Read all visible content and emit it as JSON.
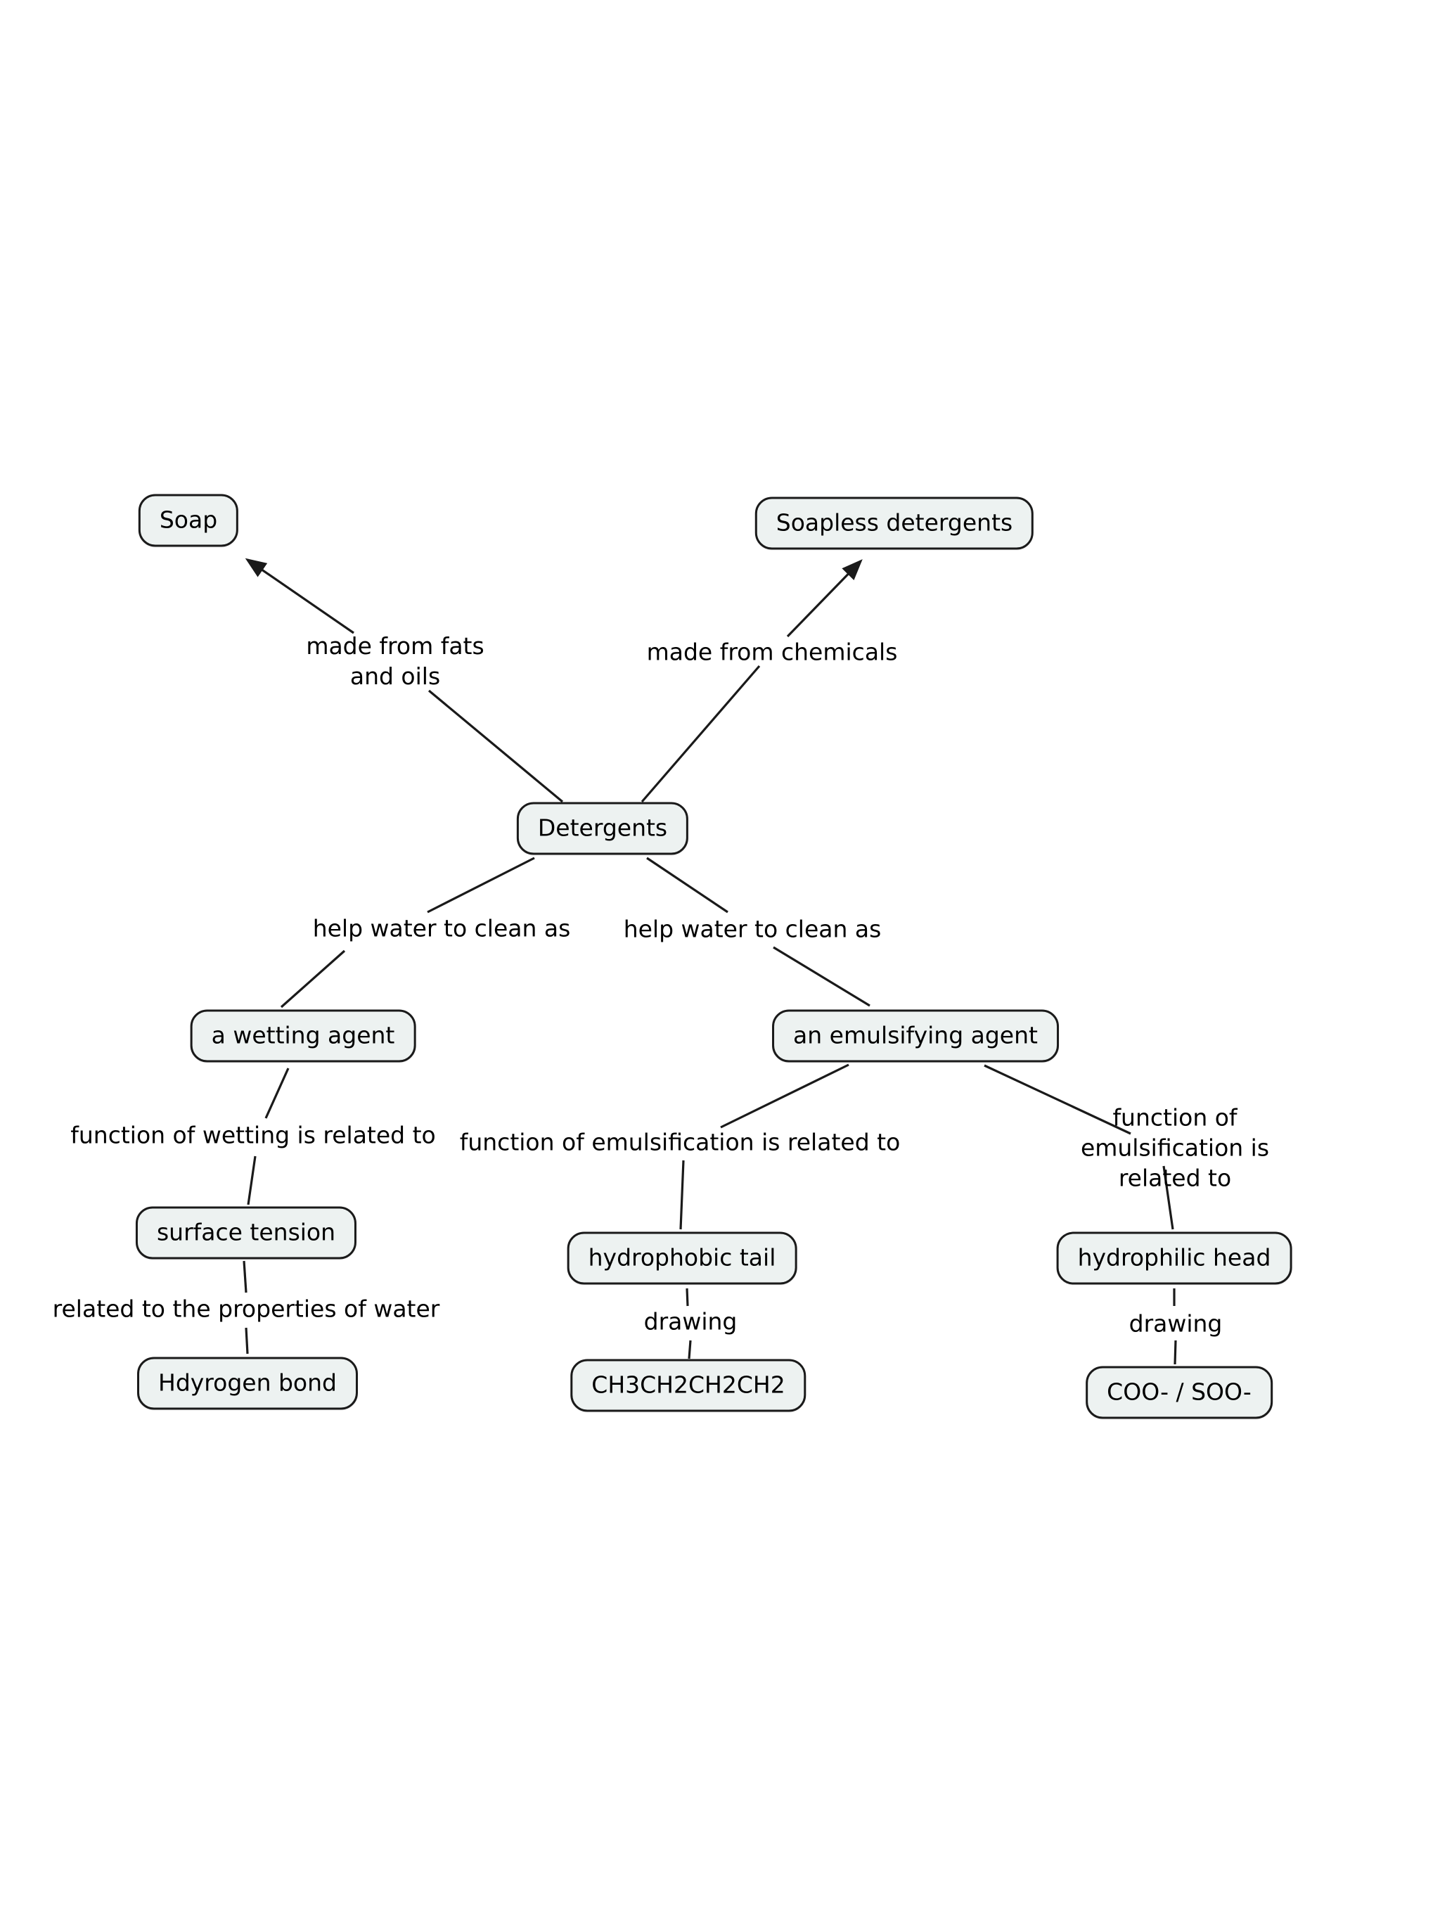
{
  "diagram": {
    "type": "concept-map",
    "topic": "Detergents",
    "background_color": "#ffffff",
    "node_fill_color": "#edf2f1",
    "node_border_color": "#1a1a1a",
    "line_color": "#1a1a1a"
  },
  "nodes": [
    {
      "id": "soap",
      "label": "Soap"
    },
    {
      "id": "soapless-detergents",
      "label": "Soapless detergents"
    },
    {
      "id": "detergents",
      "label": "Detergents"
    },
    {
      "id": "wetting-agent",
      "label": "a wetting agent"
    },
    {
      "id": "emulsifying-agent",
      "label": "an emulsifying agent"
    },
    {
      "id": "surface-tension",
      "label": "surface tension"
    },
    {
      "id": "hydrogen-bond",
      "label": "Hdyrogen bond"
    },
    {
      "id": "hydrophobic-tail",
      "label": "hydrophobic tail"
    },
    {
      "id": "hydrophobic-tail-drawing",
      "label": "CH3CH2CH2CH2"
    },
    {
      "id": "hydrophilic-head",
      "label": "hydrophilic head"
    },
    {
      "id": "hydrophilic-head-drawing",
      "label": "COO- / SOO-"
    }
  ],
  "edge_labels": [
    {
      "id": "made-from-fats",
      "text": "made from fats\nand oils"
    },
    {
      "id": "made-from-chemicals",
      "text": "made from chemicals"
    },
    {
      "id": "help-water-left",
      "text": "help water to clean as"
    },
    {
      "id": "help-water-right",
      "text": "help water to clean as"
    },
    {
      "id": "function-of-wetting",
      "text": "function of wetting is related to"
    },
    {
      "id": "function-of-emulsification-mid",
      "text": "function of emulsification is related to"
    },
    {
      "id": "function-of-emulsification-right",
      "text": "function of emulsification is related to"
    },
    {
      "id": "related-to-properties-of-water",
      "text": "related to the properties of water"
    },
    {
      "id": "drawing-mid",
      "text": "drawing"
    },
    {
      "id": "drawing-right",
      "text": "drawing"
    }
  ]
}
